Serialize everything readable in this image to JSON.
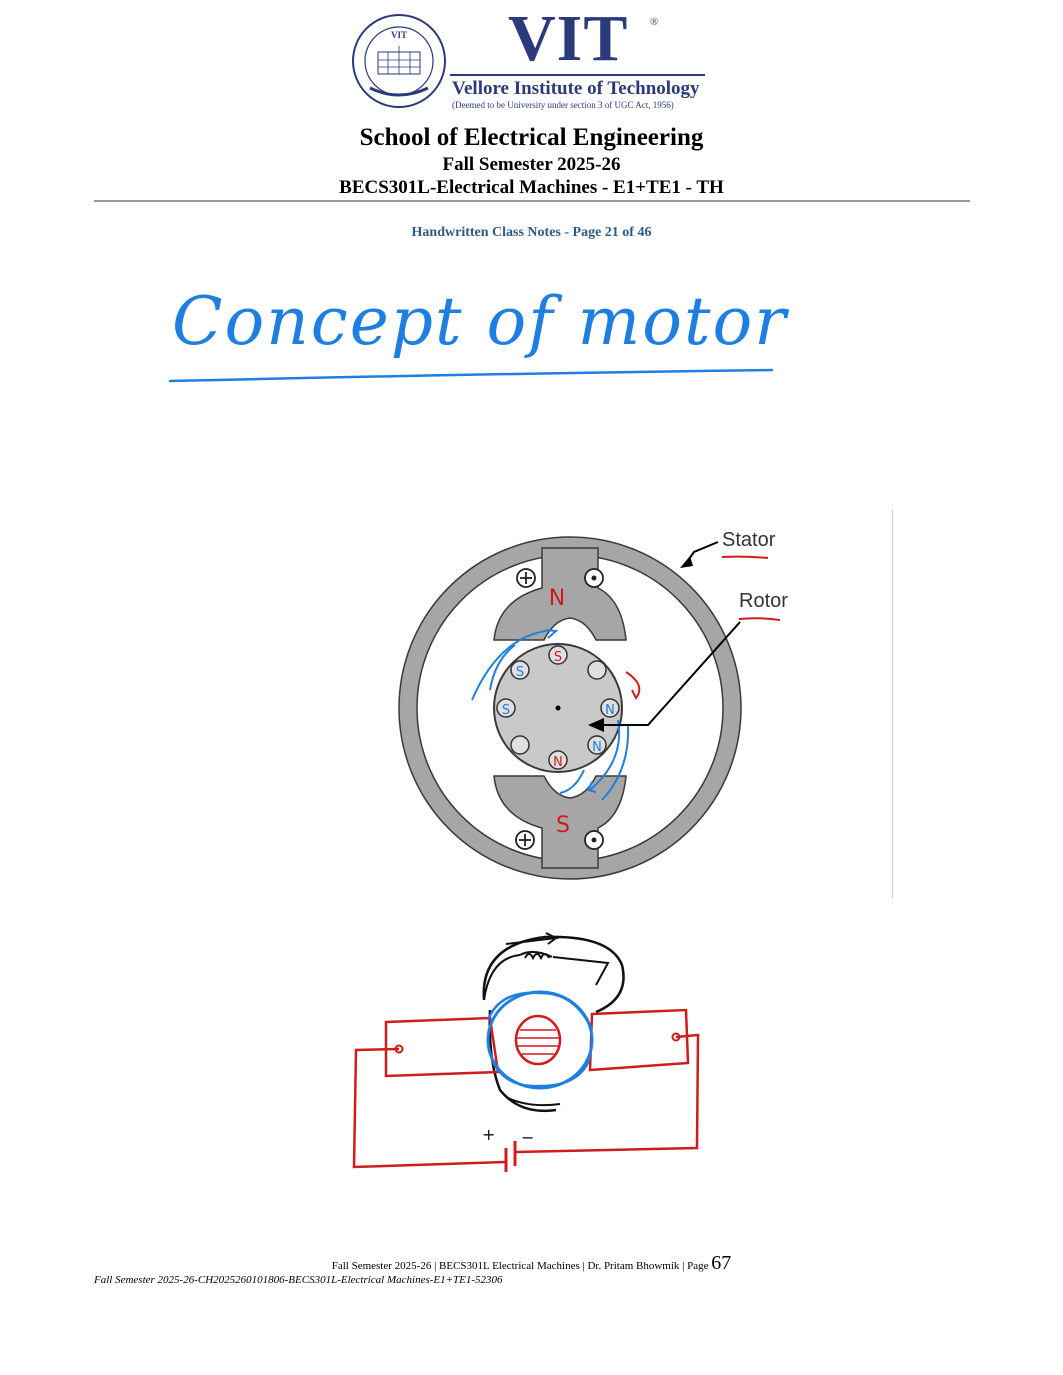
{
  "logo": {
    "seal_text": "VIT",
    "brand": "VIT",
    "registered": "®",
    "name": "Vellore Institute of Technology",
    "subtitle": "(Deemed to be University under section 3 of UGC Act, 1956)"
  },
  "header": {
    "school": "School of Electrical Engineering",
    "semester": "Fall Semester 2025-26",
    "course": "BECS301L-Electrical Machines - E1+TE1 - TH",
    "page_label": "Handwritten Class Notes - Page 21 of 46"
  },
  "notes": {
    "title": "Concept of motor"
  },
  "diagram": {
    "stator_label": "Stator",
    "rotor_label": "Rotor",
    "pole_top": "N",
    "pole_bottom": "S",
    "rotor_marks": [
      "S",
      "S",
      "S",
      "N",
      "N",
      "N"
    ]
  },
  "sketch": {
    "plus": "+",
    "minus": "−"
  },
  "footer": {
    "line": "Fall Semester 2025-26 | BECS301L Electrical Machines | Dr. Pritam Bhowmik | Page",
    "page_number": "67",
    "meta": "Fall Semester 2025-26-CH2025260101806-BECS301L-Electrical Machines-E1+TE1-52306"
  },
  "colors": {
    "brand_blue": "#2b3a7a",
    "ink_blue": "#1f7fe0",
    "ink_red": "#d21c1c",
    "stator_gray": "#a6a6a6",
    "label_blue": "#2e5a88"
  }
}
